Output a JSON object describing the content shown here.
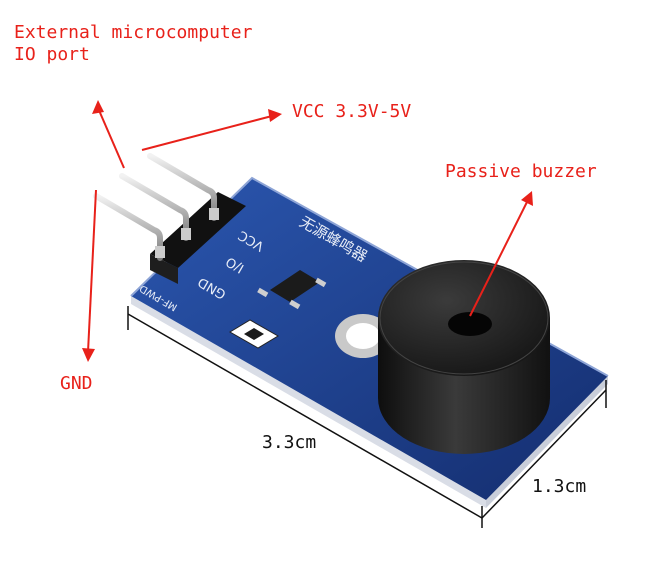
{
  "labels": {
    "io_line1": "External microcomputer",
    "io_line2": "IO port",
    "vcc": "VCC 3.3V-5V",
    "buzzer": "Passive buzzer",
    "gnd": "GND"
  },
  "dimensions": {
    "length": "3.3cm",
    "width": "1.3cm"
  },
  "board_print": {
    "vcc": "VCC",
    "io": "I/O",
    "gnd": "GND",
    "code": "MF-PWD",
    "chinese": "无源蜂鸣器"
  },
  "colors": {
    "annotation": "#e8211a",
    "pcb": "#1c3d8a",
    "buzzer": "#1a1a1a"
  }
}
